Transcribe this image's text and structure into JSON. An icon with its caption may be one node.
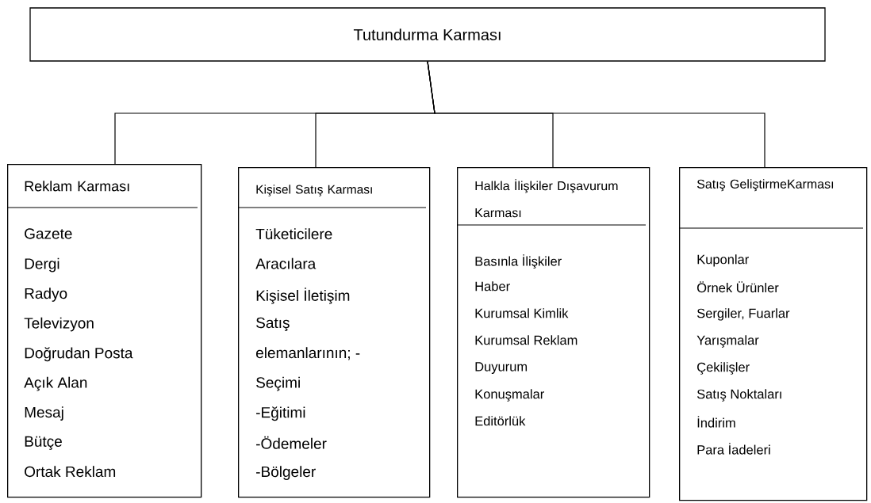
{
  "diagram": {
    "nodes": [
      {
        "text": [
          "Tutundurma Karması"
        ]
      },
      {
        "text": [
          "Reklam Karması",
          "Gazete",
          "Dergi",
          "Radyo",
          "Televizyon",
          "Doğrudan Posta",
          "Açık Alan",
          "Mesaj",
          "Bütçe",
          "Ortak Reklam"
        ]
      },
      {
        "text": [
          "Kişisel Satış Karması",
          "Tüketicilere",
          "Aracılara",
          "Kişisel İletişim",
          "Satış",
          "elemanlarının; -",
          "Seçimi",
          "-Eğitimi",
          "-Ödemeler",
          "-Bölgeler"
        ]
      },
      {
        "text": [
          "Halkla İlişkiler Dışavurum Karması",
          "Basınla İlişkiler",
          "Haber",
          "Kurumsal Kimlik",
          "Kurumsal Reklam",
          "Duyurum",
          "Konuşmalar",
          "Editörlük"
        ]
      },
      {
        "text": [
          "Satış GeliştirmeKarması",
          "Kuponlar",
          "Örnek Ürünler",
          "Sergiler, Fuarlar",
          "Yarışmalar",
          "Çekilişler",
          "Satış Noktaları",
          "İndirim",
          "Para İadeleri"
        ]
      }
    ],
    "edges": [
      {
        "from": 0,
        "to": 1,
        "arrow": "none"
      },
      {
        "from": 0,
        "to": 2,
        "arrow": "none"
      },
      {
        "from": 0,
        "to": 3,
        "arrow": "none"
      },
      {
        "from": 0,
        "to": 4,
        "arrow": "none"
      }
    ]
  }
}
